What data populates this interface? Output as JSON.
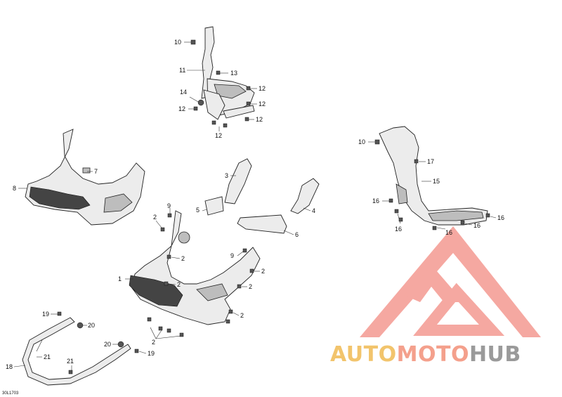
{
  "diagram_code": "30L1703",
  "callouts": {
    "c1": "1",
    "c2": "2",
    "c3": "3",
    "c4": "4",
    "c5": "5",
    "c6": "6",
    "c7": "7",
    "c8": "8",
    "c9": "9",
    "c10": "10",
    "c11": "11",
    "c12": "12",
    "c13": "13",
    "c14": "14",
    "c15": "15",
    "c16": "16",
    "c17": "17",
    "c18": "18",
    "c19": "19",
    "c20": "20",
    "c21": "21"
  },
  "watermark": {
    "part1": "AUTO",
    "part2": "MOTO",
    "part3": "HUB",
    "color_auto": "#f2c46c",
    "color_moto": "#f4a08c",
    "color_hub": "#9a9a9a",
    "logo_color": "#f28b82"
  }
}
